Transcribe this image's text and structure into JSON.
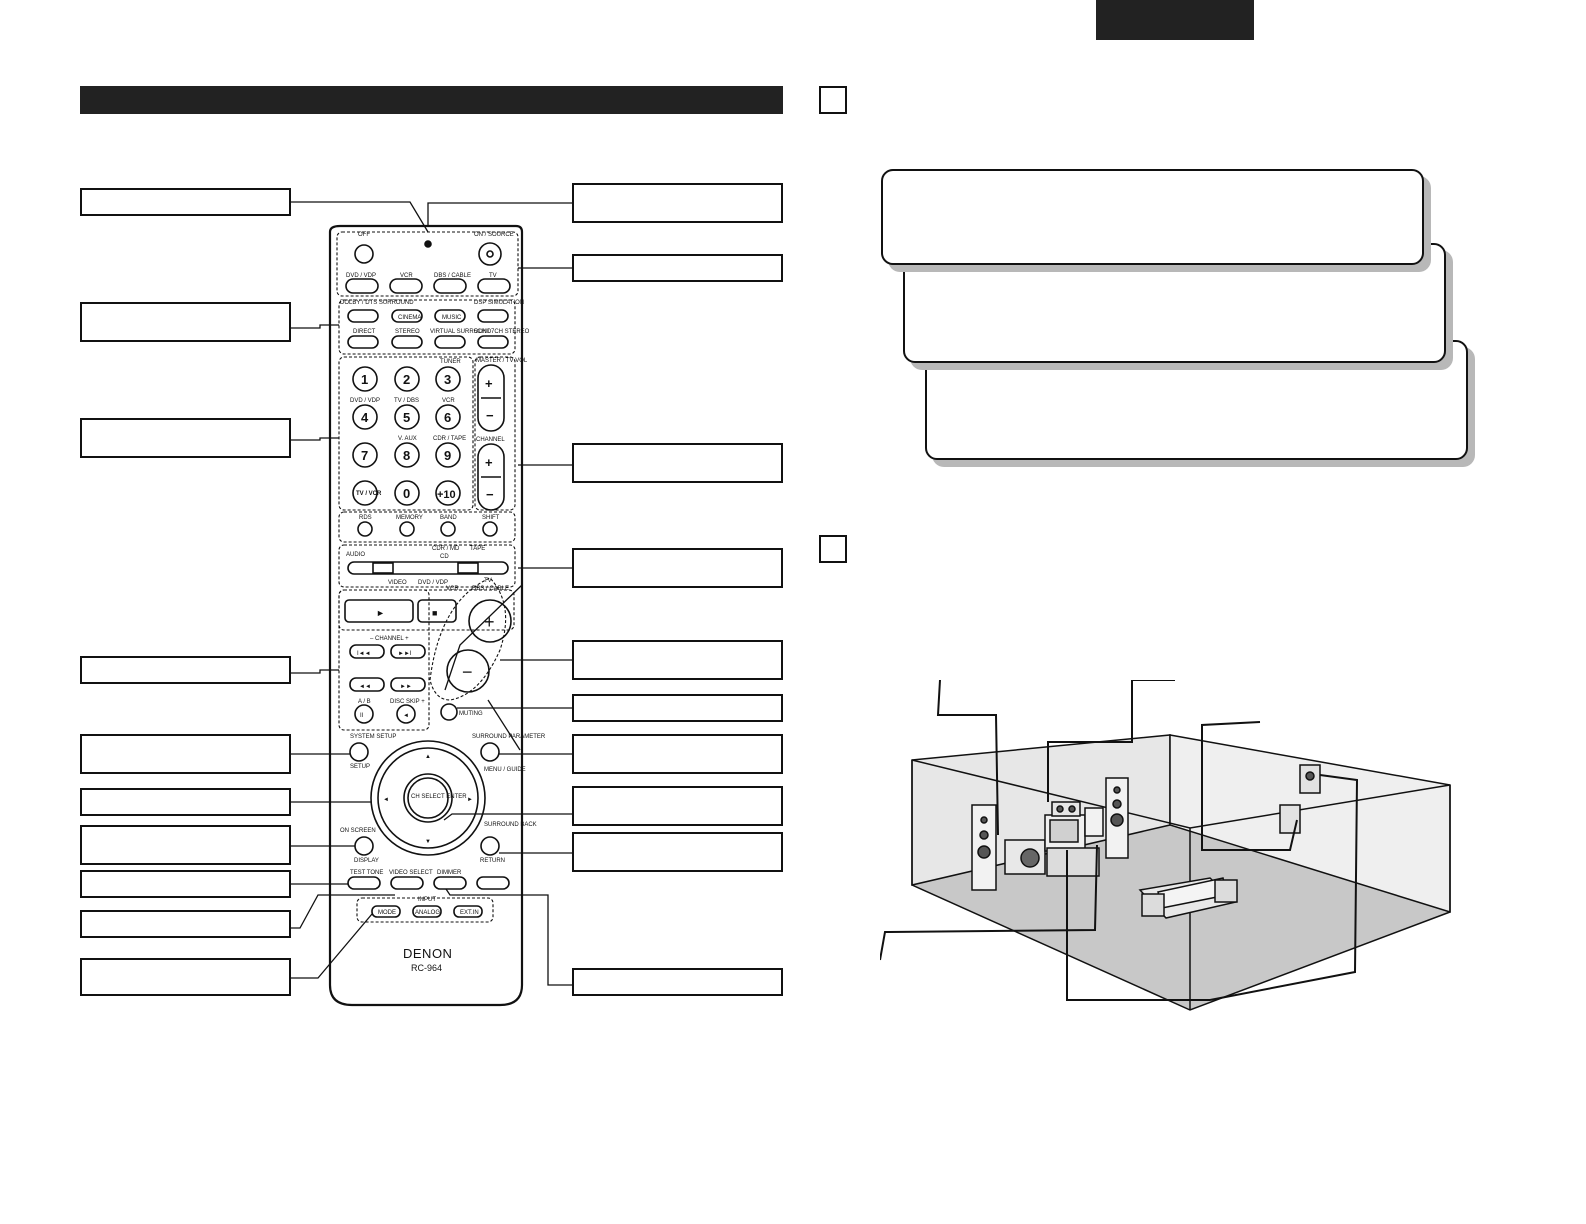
{
  "remote": {
    "brand": "DENON",
    "model": "RC-964",
    "labels": {
      "off": "OFF",
      "on_source": "ON / SOURCE",
      "dvd_vdp": "DVD / VDP",
      "vcr": "VCR",
      "dbs_cable": "DBS / CABLE",
      "tv": "TV",
      "dolby_dts_surround": "DOLBY / DTS SURROUND",
      "cinema": "CINEMA",
      "music": "MUSIC",
      "dsp_simulation": "DSP SIMULATION",
      "direct": "DIRECT",
      "stereo": "STEREO",
      "virtual_surround": "VIRTUAL SURROUND",
      "five_ch_seven_ch_stereo": "5CH / 7CH STEREO",
      "tuner": "TUNER",
      "master_tv_vol": "MASTER / TV VOL",
      "channel": "CHANNEL",
      "tv_dbs": "TV / DBS",
      "v_aux": "V. AUX",
      "cdr_tape": "CDR / TAPE",
      "rds": "RDS",
      "memory": "MEMORY",
      "band": "BAND",
      "shift": "SHIFT",
      "audio": "AUDIO",
      "cdr_md": "CDR / MD",
      "cd": "CD",
      "tape": "TAPE",
      "video": "VIDEO",
      "channel_pm": "– CHANNEL +",
      "a_b": "A / B",
      "disc_skip": "DISC SKIP +",
      "muting": "MUTING",
      "system_setup": "SYSTEM SETUP",
      "setup": "SETUP",
      "surround_parameter": "SURROUND PARAMETER",
      "menu_guide": "MENU / GUIDE",
      "ch_select_enter": "CH SELECT ENTER",
      "on_screen": "ON SCREEN",
      "display": "DISPLAY",
      "surround_back": "SURROUND BACK",
      "return": "RETURN",
      "test_tone": "TEST TONE",
      "video_select": "VIDEO SELECT",
      "dimmer": "DIMMER",
      "input": "INPUT",
      "mode": "MODE",
      "analog": "ANALOG",
      "ext_in": "EXT.IN",
      "tv_vcr": "TV / VCR",
      "plus10": "+10"
    },
    "digits": [
      "1",
      "2",
      "3",
      "4",
      "5",
      "6",
      "7",
      "8",
      "9",
      "0"
    ]
  },
  "colors": {
    "ink": "#111111",
    "shadow": "#b8b8b8",
    "floor": "#c8c8c8"
  }
}
